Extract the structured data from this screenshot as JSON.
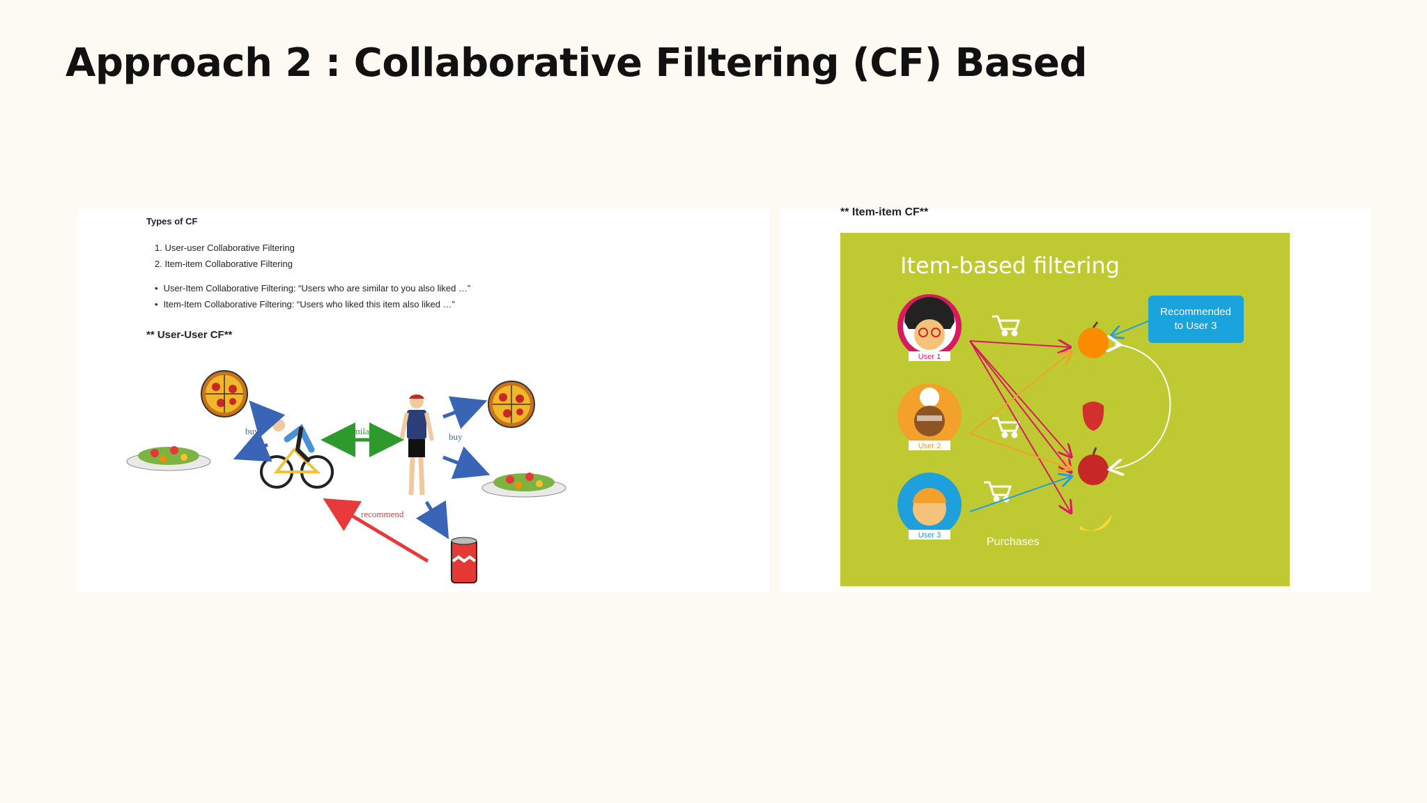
{
  "slide": {
    "title": "Approach 2 : Collaborative Filtering (CF) Based"
  },
  "left_panel": {
    "heading": "Types of CF",
    "numbered": [
      "1. User-user Collaborative Filtering",
      "2. Item-item Collaborative Filtering"
    ],
    "bullets": [
      "User-Item Collaborative Filtering: “Users who are similar to you also liked …”",
      "Item-Item Collaborative Filtering: “Users who liked this item also liked …”"
    ],
    "subheading": "** User-User CF**",
    "diagram": {
      "label_buy_left": "buy",
      "label_similar": "similar",
      "label_buy_right": "buy",
      "label_recommend": "recommend"
    },
    "colors": {
      "blue_arrow": "#3a64b5",
      "green_arrow": "#2e9a2e",
      "red_arrow": "#e8393b"
    }
  },
  "right_panel": {
    "heading": "** Item-item CF**",
    "diagram": {
      "title": "Item-based filtering",
      "user1": "User 1",
      "user2": "User 2",
      "user3": "User 3",
      "recommended": [
        "Recommended",
        "to User 3"
      ],
      "purchases": "Purchases"
    },
    "colors": {
      "background": "#bfc932",
      "callout": "#1aa3dd",
      "user1_ring": "#d81b60",
      "user2_ring": "#f4a12b",
      "user3_ring": "#1ea0dc"
    }
  }
}
